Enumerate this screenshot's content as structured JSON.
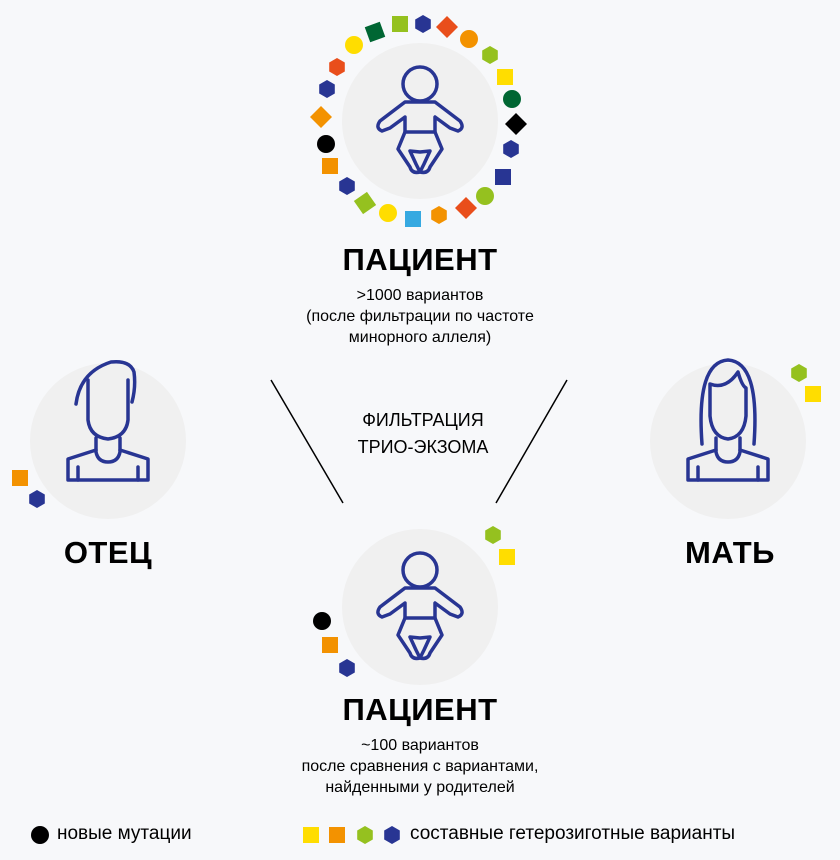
{
  "top_patient": {
    "title": "ПАЦИЕНТ",
    "lines": [
      ">1000 вариантов",
      "(после фильтрации по частоте",
      "минорного аллеля)"
    ]
  },
  "filter_label": [
    "ФИЛЬТРАЦИЯ",
    "ТРИО-ЭКЗОМА"
  ],
  "father": {
    "title": "ОТЕЦ"
  },
  "mother": {
    "title": "МАТЬ"
  },
  "bottom_patient": {
    "title": "ПАЦИЕНТ",
    "lines": [
      "~100 вариантов",
      "после сравнения с вариантами,",
      "найденными у родителей"
    ]
  },
  "legend": {
    "new_mutations": "новые мутации",
    "compound_heterozygous": "составные гетерозиготные варианты"
  },
  "colors": {
    "icon": "#283593",
    "circle_bg": "#f0f0f0",
    "yellow": "#ffdd00",
    "orange": "#f39200",
    "lime": "#95c11f",
    "navy": "#283593",
    "red": "#e94e1b",
    "darkgreen": "#006633",
    "black": "#000000",
    "blue": "#36a9e1"
  }
}
